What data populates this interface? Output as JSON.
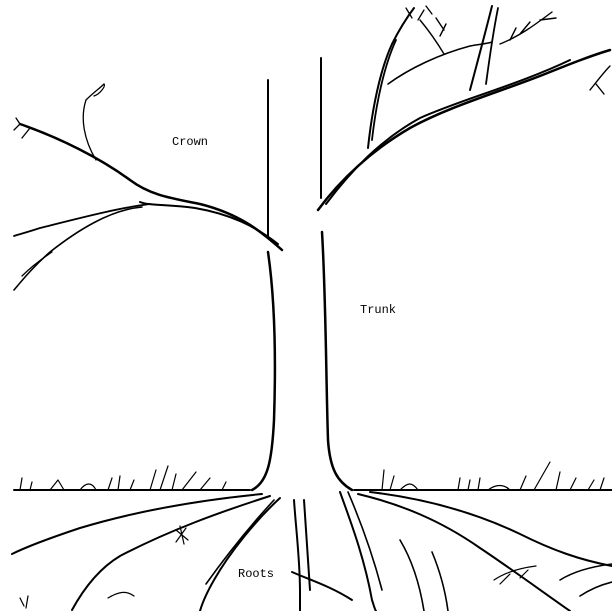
{
  "diagram": {
    "labels": {
      "crown": "Crown",
      "trunk": "Trunk",
      "roots": "Roots"
    },
    "colors": {
      "ink": "#000000",
      "background": "#ffffff"
    }
  }
}
